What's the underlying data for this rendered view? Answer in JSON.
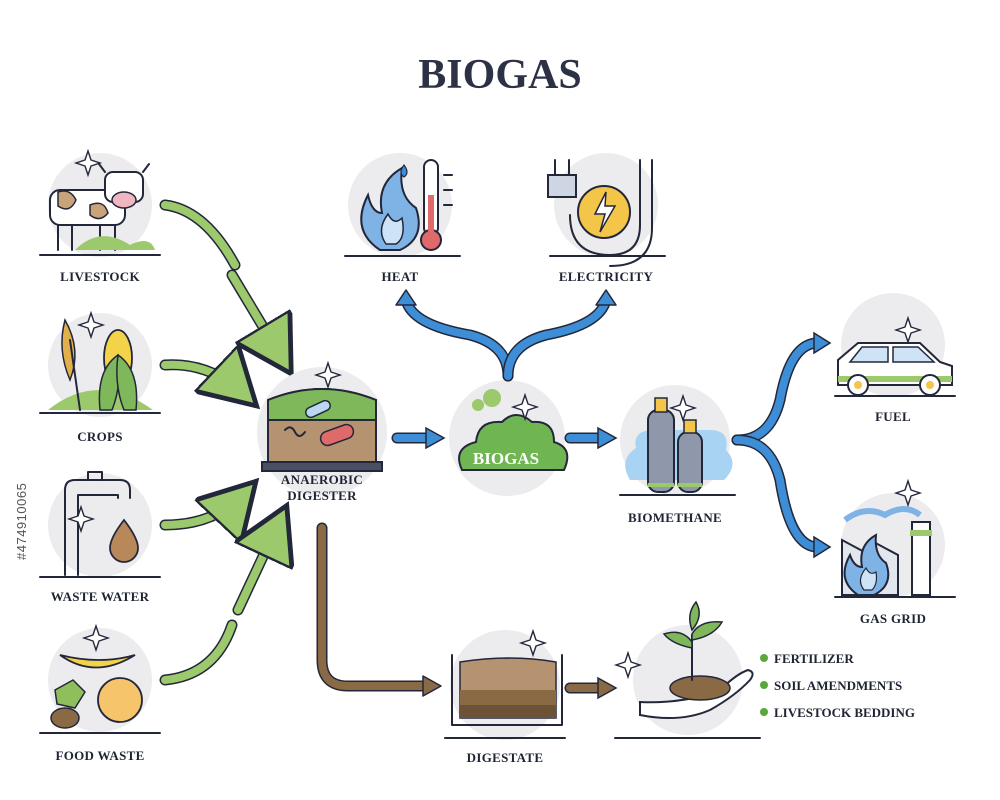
{
  "title": "BIOGAS",
  "inputs": {
    "livestock": "LIVESTOCK",
    "crops": "CROPS",
    "waste_water": "WASTE WATER",
    "food_waste": "FOOD WASTE"
  },
  "process": {
    "digester": [
      "ANAEROBIC",
      "DIGESTER"
    ],
    "biogas_badge": "BIOGAS",
    "biomethane": "BIOMETHANE",
    "digestate": "DIGESTATE"
  },
  "outputs": {
    "heat": "HEAT",
    "electricity": "ELECTRICITY",
    "fuel": "FUEL",
    "gas_grid": "GAS GRID"
  },
  "digestate_uses": [
    "FERTILIZER",
    "SOIL AMENDMENTS",
    "LIVESTOCK BEDDING"
  ],
  "watermark": "#474910065",
  "colors": {
    "green_arrow": "#9cc96b",
    "blue_arrow": "#3d8ed6",
    "brown_arrow": "#8a6a45",
    "bullet": "#5aa83c",
    "biogas_cloud": "#6fb552"
  }
}
